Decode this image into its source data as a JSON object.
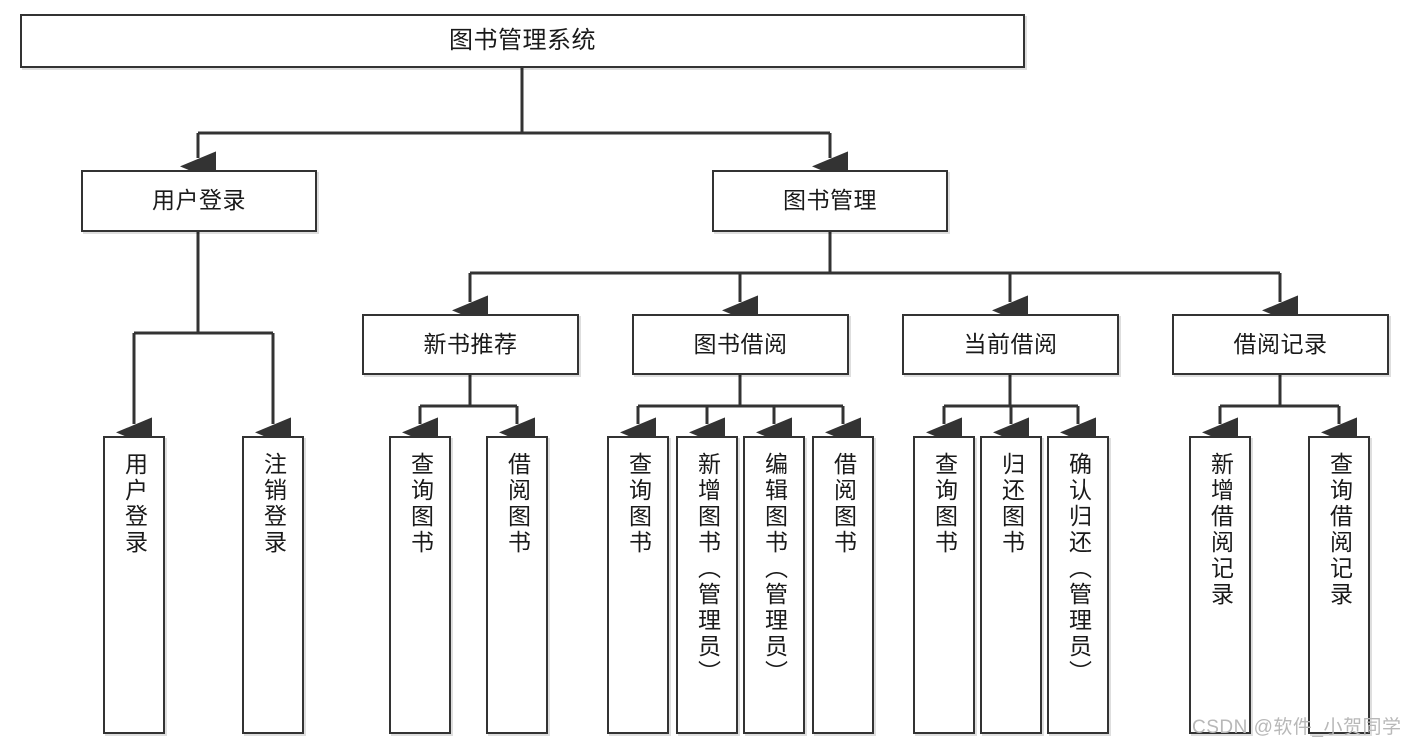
{
  "diagram": {
    "type": "tree",
    "title": "图书管理系统",
    "orientation": "top-down",
    "colors": {
      "box_border": "#333333",
      "box_fill": "#ffffff",
      "connector": "#333333",
      "background": "#ffffff",
      "watermark_text": "#b8b8b8"
    },
    "nodes": {
      "root": {
        "label": "图书管理系统",
        "level": 1
      },
      "user_login": {
        "label": "用户登录",
        "level": 2
      },
      "book_manage": {
        "label": "图书管理",
        "level": 2
      },
      "new_book_rec": {
        "label": "新书推荐",
        "level": 3
      },
      "book_borrow": {
        "label": "图书借阅",
        "level": 3
      },
      "current_borrow": {
        "label": "当前借阅",
        "level": 3
      },
      "borrow_record": {
        "label": "借阅记录",
        "level": 3
      },
      "leaf_user_login": {
        "label": "用户登录",
        "level": 3
      },
      "leaf_logout": {
        "label": "注销登录",
        "level": 3
      },
      "leaf_query_book_1": {
        "label": "查询图书",
        "level": 4
      },
      "leaf_borrow_book_1": {
        "label": "借阅图书",
        "level": 4
      },
      "leaf_query_book_2": {
        "label": "查询图书",
        "level": 4
      },
      "leaf_add_book": {
        "label": "新增图书（管理员）",
        "level": 4
      },
      "leaf_edit_book": {
        "label": "编辑图书（管理员）",
        "level": 4
      },
      "leaf_borrow_book_2": {
        "label": "借阅图书",
        "level": 4
      },
      "leaf_query_book_3": {
        "label": "查询图书",
        "level": 4
      },
      "leaf_return_book": {
        "label": "归还图书",
        "level": 4
      },
      "leaf_confirm_return": {
        "label": "确认归还（管理员）",
        "level": 4
      },
      "leaf_add_record": {
        "label": "新增借阅记录",
        "level": 4
      },
      "leaf_query_record": {
        "label": "查询借阅记录",
        "level": 4
      }
    },
    "edges": [
      {
        "from": "root",
        "to": "user_login"
      },
      {
        "from": "root",
        "to": "book_manage"
      },
      {
        "from": "user_login",
        "to": "leaf_user_login"
      },
      {
        "from": "user_login",
        "to": "leaf_logout"
      },
      {
        "from": "book_manage",
        "to": "new_book_rec"
      },
      {
        "from": "book_manage",
        "to": "book_borrow"
      },
      {
        "from": "book_manage",
        "to": "current_borrow"
      },
      {
        "from": "book_manage",
        "to": "borrow_record"
      },
      {
        "from": "new_book_rec",
        "to": "leaf_query_book_1"
      },
      {
        "from": "new_book_rec",
        "to": "leaf_borrow_book_1"
      },
      {
        "from": "book_borrow",
        "to": "leaf_query_book_2"
      },
      {
        "from": "book_borrow",
        "to": "leaf_add_book"
      },
      {
        "from": "book_borrow",
        "to": "leaf_edit_book"
      },
      {
        "from": "book_borrow",
        "to": "leaf_borrow_book_2"
      },
      {
        "from": "current_borrow",
        "to": "leaf_query_book_3"
      },
      {
        "from": "current_borrow",
        "to": "leaf_return_book"
      },
      {
        "from": "current_borrow",
        "to": "leaf_confirm_return"
      },
      {
        "from": "borrow_record",
        "to": "leaf_add_record"
      },
      {
        "from": "borrow_record",
        "to": "leaf_query_record"
      }
    ]
  },
  "watermark": {
    "text": "CSDN @软件_小贺同学"
  }
}
